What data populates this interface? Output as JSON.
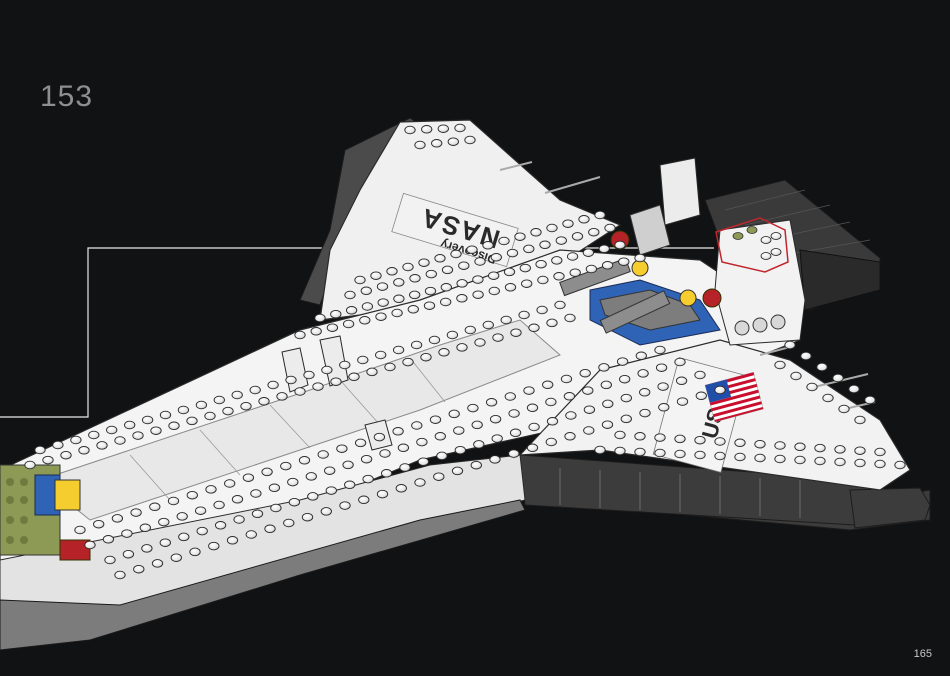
{
  "step": {
    "number": "153"
  },
  "page": {
    "number": "165"
  },
  "decals": {
    "nasa": "NASA",
    "orbiter_name": "Discovery",
    "country": "USA"
  },
  "colors": {
    "background": "#111213",
    "hull_white": "#f2f2f2",
    "hull_shadow": "#cfcfcf",
    "edge_gray": "#5d5d5d",
    "highlight_box": "#c0272d",
    "flag_red": "#c8102e",
    "flag_blue": "#1f4fa8",
    "part_yellow": "#f5cd2f",
    "part_blue": "#2f63b5",
    "part_olive": "#8c9a55"
  },
  "icons": [
    "callout-line",
    "new-part-highlight",
    "us-flag-icon"
  ]
}
